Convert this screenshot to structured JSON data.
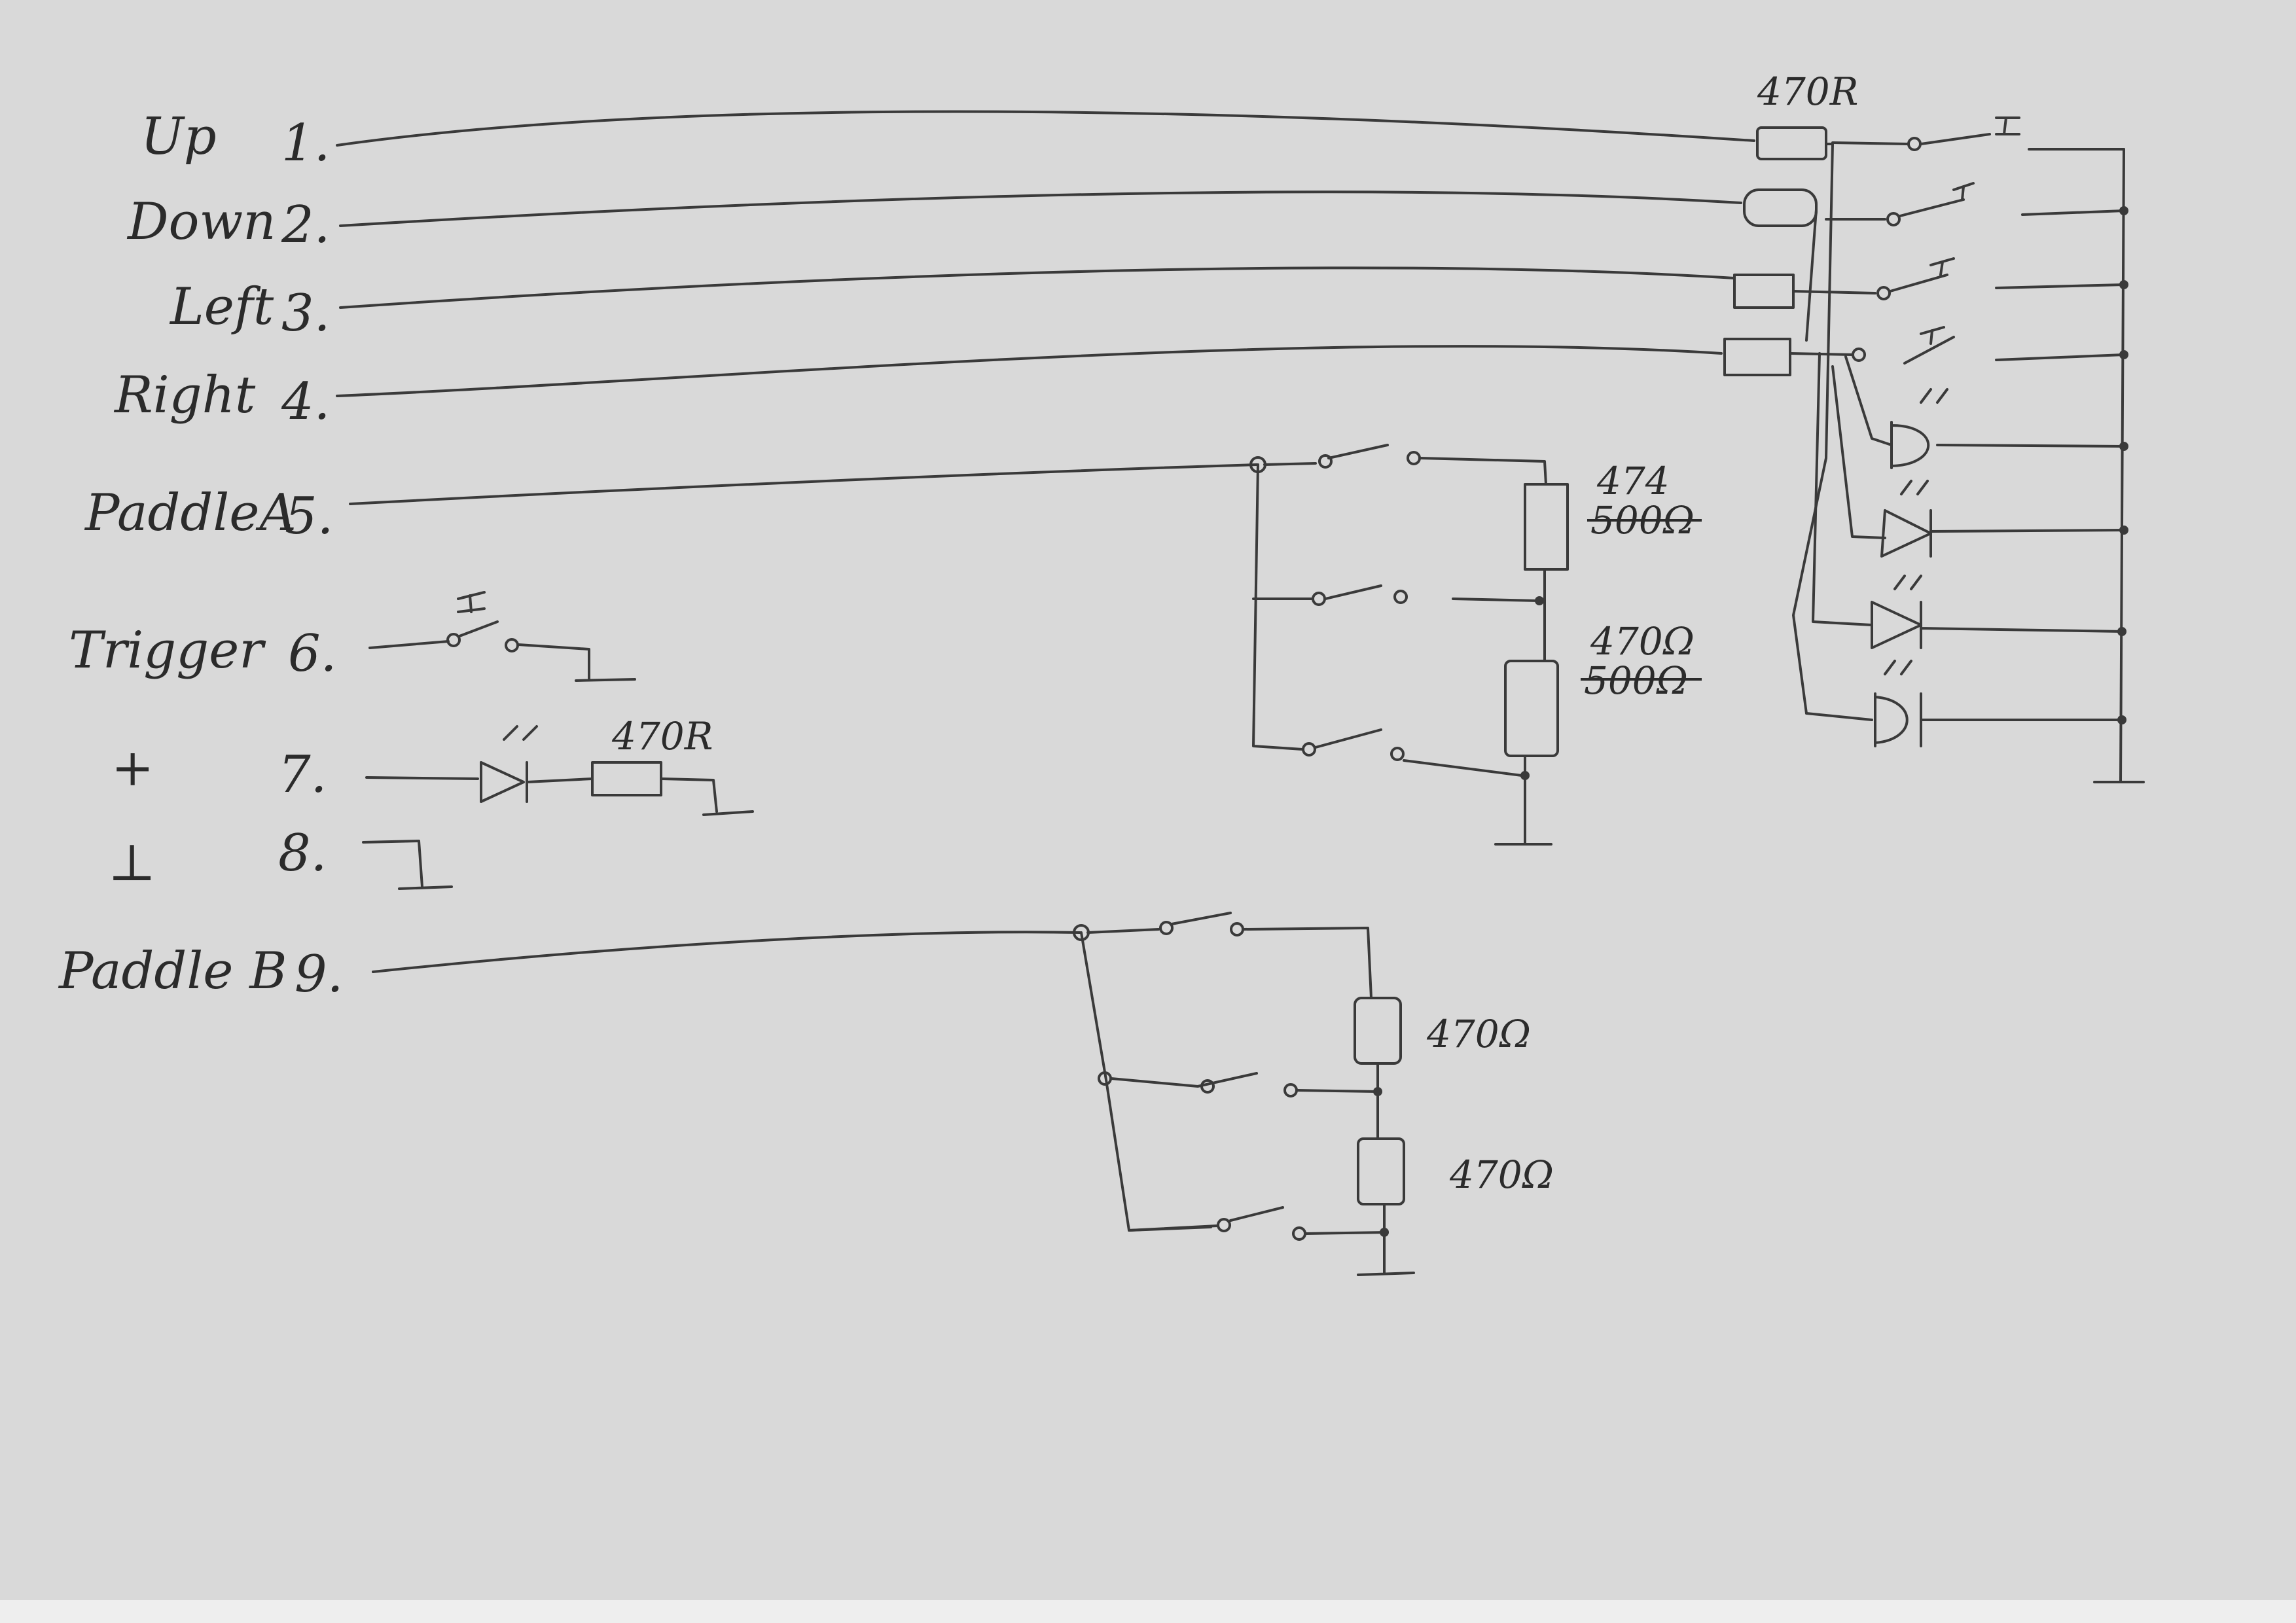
{
  "pins": [
    {
      "label": "Up",
      "number": "1."
    },
    {
      "label": "Down",
      "number": "2."
    },
    {
      "label": "Left",
      "number": "3."
    },
    {
      "label": "Right",
      "number": "4."
    },
    {
      "label": "PaddleA",
      "number": "5."
    },
    {
      "label": "Trigger",
      "number": "6."
    },
    {
      "label": "+",
      "number": "7."
    },
    {
      "label": "⊥",
      "number": "8."
    },
    {
      "label": "Paddle B",
      "number": "9."
    }
  ],
  "components": {
    "direction_resistor": "470R",
    "plus_resistor": "470R",
    "paddle_a_r1": "474",
    "paddle_a_r1_struck": "500Ω",
    "paddle_a_r2": "470Ω",
    "paddle_a_r2_struck": "500Ω",
    "paddle_b_r1": "470Ω",
    "paddle_b_r2": "470Ω"
  }
}
